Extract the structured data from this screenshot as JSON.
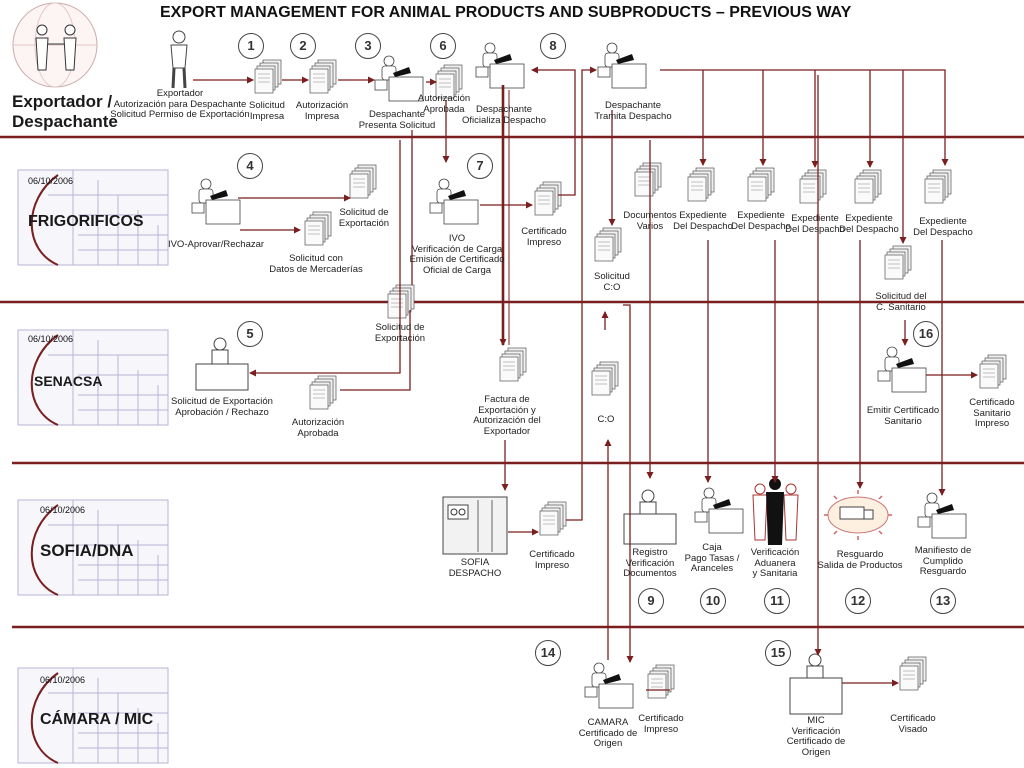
{
  "title": "EXPORT MANAGEMENT FOR ANIMAL PRODUCTS AND SUBPRODUCTS – PREVIOUS WAY",
  "colors": {
    "line": "#7a1f1f",
    "lane": "#7a1f1f",
    "grid": "#a9a9c9",
    "doc": "#e9e9e9"
  },
  "lanes": [
    {
      "id": "exp",
      "label": "Exportador /\nDespachante",
      "date": ""
    },
    {
      "id": "frig",
      "label": "FRIGORIFICOS",
      "date": "06/10/2006"
    },
    {
      "id": "sen",
      "label": "SENACSA",
      "date": "06/10/2006"
    },
    {
      "id": "sofia",
      "label": "SOFIA/DNA",
      "date": "06/10/2006"
    },
    {
      "id": "cam",
      "label": "CÁMARA / MIC",
      "date": "06/10/2006"
    }
  ],
  "steps": [
    "1",
    "2",
    "3",
    "6",
    "8",
    "4",
    "7",
    "5",
    "9",
    "10",
    "11",
    "12",
    "13",
    "14",
    "15",
    "16"
  ],
  "labels": {
    "exportador": "Exportador\nAutorización para Despachante\nSolicitud Permiso de Exportación",
    "solicitud_impresa": "Solicitud\nImpresa",
    "autorizacion_impresa": "Autorización\nImpresa",
    "despachante_presenta": "Despachante\nPresenta Solicitud",
    "autorizacion_aprobada": "Autorización\nAprobada",
    "despachante_oficializa": "Despachante\nOficializa Despacho",
    "despachante_tramita": "Despachante\nTramita Despacho",
    "ivo_aprobar": "IVO-Aprovar/Rechazar",
    "solicitud_exportacion_frig": "Solicitud de\nExportación",
    "solicitud_datos": "Solicitud con\nDatos de Mercaderías",
    "ivo_verificacion": "IVO\nVerificación de Carga\nEmisión de Certificado\nOficial de Carga",
    "certificado_impreso_frig": "Certificado\nImpreso",
    "documentos_varios": "Documentos\nVarios",
    "solicitud_co": "Solicitud\nC:O",
    "expediente": "Expediente\nDel Despacho",
    "solicitud_c_sanitario": "Solicitud del\nC. Sanitario",
    "solicitud_exportacion_sen": "Solicitud de\nExportación",
    "sen_aprobacion": "Solicitud de Exportación\nAprobación / Rechazo",
    "autorizacion_aprobada_sen": "Autorización\nAprobada",
    "factura": "Factura de\nExportación y\nAutorización del\nExportador",
    "co": "C:O",
    "emitir_cert": "Emitir Certificado\nSanitario",
    "cert_sanitario": "Certificado\nSanitario\nImpreso",
    "sofia_despacho": "SOFIA\nDESPACHO",
    "cert_impreso_sofia": "Certificado\nImpreso",
    "registro": "Registro\nVerificación\nDocumentos",
    "caja": "Caja\nPago Tasas /\nAranceles",
    "verificacion": "Verificación\nAduanera\ny Sanitaria",
    "resguardo": "Resguardo\nSalida de Productos",
    "manifiesto": "Manifiesto de\nCumplido\nResguardo",
    "camara": "CAMARA\nCertificado de\nOrigen",
    "cert_impreso_cam": "Certificado\nImpreso",
    "mic": "MIC\nVerificación\nCertificado de\nOrigen",
    "cert_visado": "Certificado\nVisado"
  }
}
